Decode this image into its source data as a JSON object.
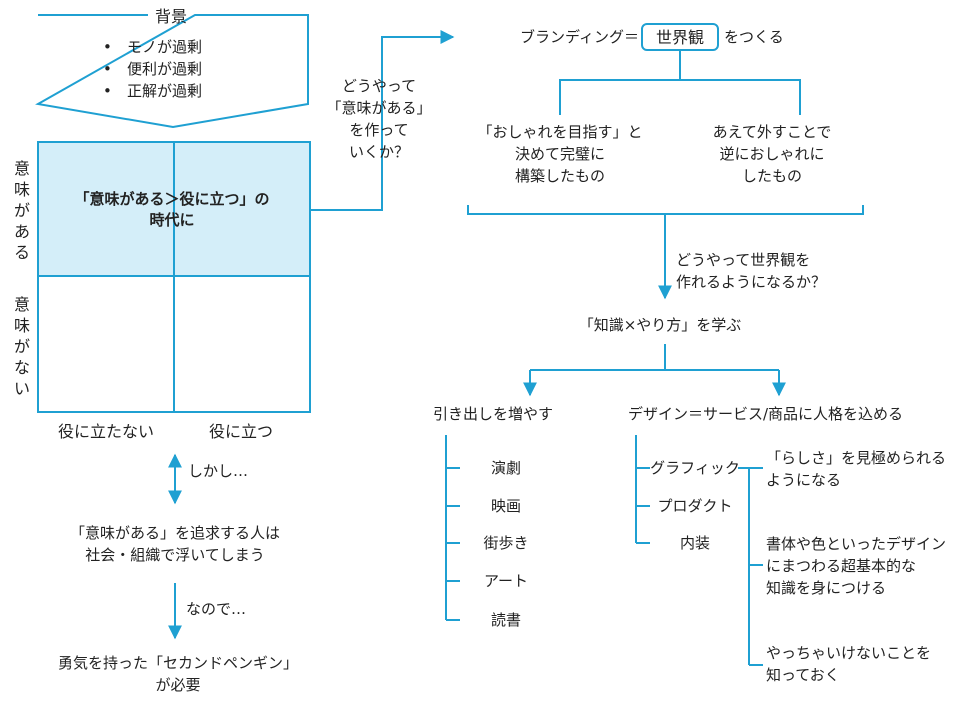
{
  "background": {
    "title": "背景",
    "items": [
      "モノが過剰",
      "便利が過剰",
      "正解が過剰"
    ]
  },
  "matrix": {
    "y_top_label": "意味がある",
    "y_bottom_label": "意味がない",
    "x_left_label": "役に立たない",
    "x_right_label": "役に立つ",
    "highlight_text": "「意味がある＞役に立つ」の\n時代に"
  },
  "question_make_meaning": "どうやって\n「意味がある」\nを作って\nいくか？",
  "left_flow": {
    "however": "しかし…",
    "problem": "「意味がある」を追求する人は\n社会・組織で浮いてしまう",
    "therefore": "なので…",
    "conclusion": "勇気を持った「セカンドペンギン」\nが必要"
  },
  "branding": {
    "prefix": "ブランディング＝",
    "keyword": "世界観",
    "suffix": "をつくる",
    "option_a": "「おしゃれを目指す」と\n決めて完璧に\n構築したもの",
    "option_b": "あえて外すことで\n逆におしゃれに\nしたもの",
    "question": "どうやって世界観を\n作れるようになるか？",
    "learn": "「知識×やり方」を学ぶ"
  },
  "drawers": {
    "title": "引き出しを増やす",
    "items": [
      "演劇",
      "映画",
      "街歩き",
      "アート",
      "読書"
    ]
  },
  "design": {
    "title": "デザイン＝サービス/商品に人格を込める",
    "items": [
      "グラフィック",
      "プロダクト",
      "内装"
    ],
    "notes": [
      "「らしさ」を見極められる\nようになる",
      "書体や色といったデザイン\nにまつわる超基本的な\n知識を身につける",
      "やっちゃいけないことを\n知っておく"
    ]
  },
  "colors": {
    "accent": "#1fa0d2",
    "highlight_fill": "#d4eef9"
  }
}
